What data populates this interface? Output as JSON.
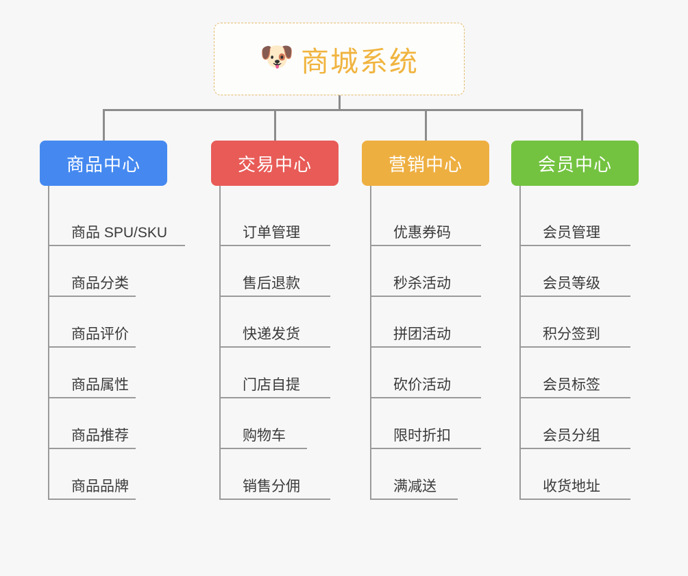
{
  "root": {
    "icon": "shiba-dog-emoji",
    "emoji": "🐶",
    "title": "商城系统",
    "border_color": "#e5b96a",
    "text_color": "#f0b43f"
  },
  "connector_color": "#8c8c8c",
  "background_color": "#f7f7f7",
  "branches": [
    {
      "id": "product-center",
      "label": "商品中心",
      "color": "#4589f0",
      "items": [
        "商品 SPU/SKU",
        "商品分类",
        "商品评价",
        "商品属性",
        "商品推荐",
        "商品品牌"
      ]
    },
    {
      "id": "trade-center",
      "label": "交易中心",
      "color": "#e85b57",
      "items": [
        "订单管理",
        "售后退款",
        "快递发货",
        "门店自提",
        "购物车",
        "销售分佣"
      ]
    },
    {
      "id": "marketing-center",
      "label": "营销中心",
      "color": "#eeaf41",
      "items": [
        "优惠券码",
        "秒杀活动",
        "拼团活动",
        "砍价活动",
        "限时折扣",
        "满减送"
      ]
    },
    {
      "id": "member-center",
      "label": "会员中心",
      "color": "#73c340",
      "items": [
        "会员管理",
        "会员等级",
        "积分签到",
        "会员标签",
        "会员分组",
        "收货地址"
      ]
    }
  ]
}
